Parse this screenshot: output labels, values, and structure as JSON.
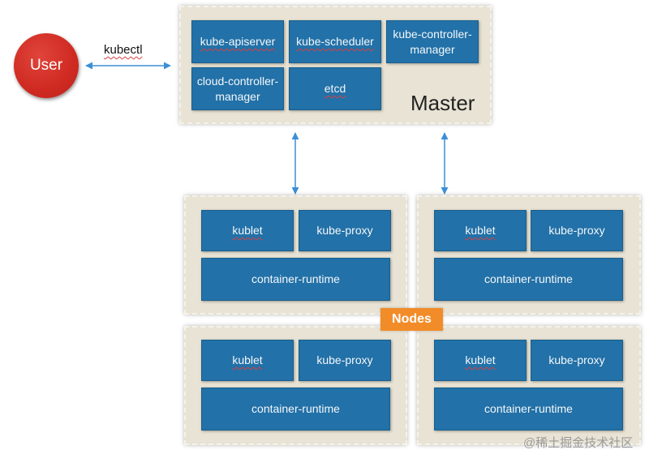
{
  "user": {
    "label": "User"
  },
  "connection": {
    "label": "kubectl"
  },
  "master": {
    "label": "Master",
    "components": [
      "kube-apiserver",
      "kube-scheduler",
      "kube-controller-\nmanager",
      "cloud-controller-\nmanager",
      "etcd"
    ]
  },
  "nodes": {
    "label": "Nodes",
    "items": [
      {
        "kubelet": "kublet",
        "proxy": "kube-proxy",
        "runtime": "container-runtime"
      },
      {
        "kubelet": "kublet",
        "proxy": "kube-proxy",
        "runtime": "container-runtime"
      },
      {
        "kubelet": "kublet",
        "proxy": "kube-proxy",
        "runtime": "container-runtime"
      },
      {
        "kubelet": "kublet",
        "proxy": "kube-proxy",
        "runtime": "container-runtime"
      }
    ]
  },
  "watermark": "@稀土掘金技术社区",
  "colors": {
    "component_fill": "#2271a8",
    "panel_fill": "#e8e3d4",
    "user_fill": "#cf2a22",
    "nodes_badge": "#f28c28",
    "arrow": "#3b8fd6"
  }
}
